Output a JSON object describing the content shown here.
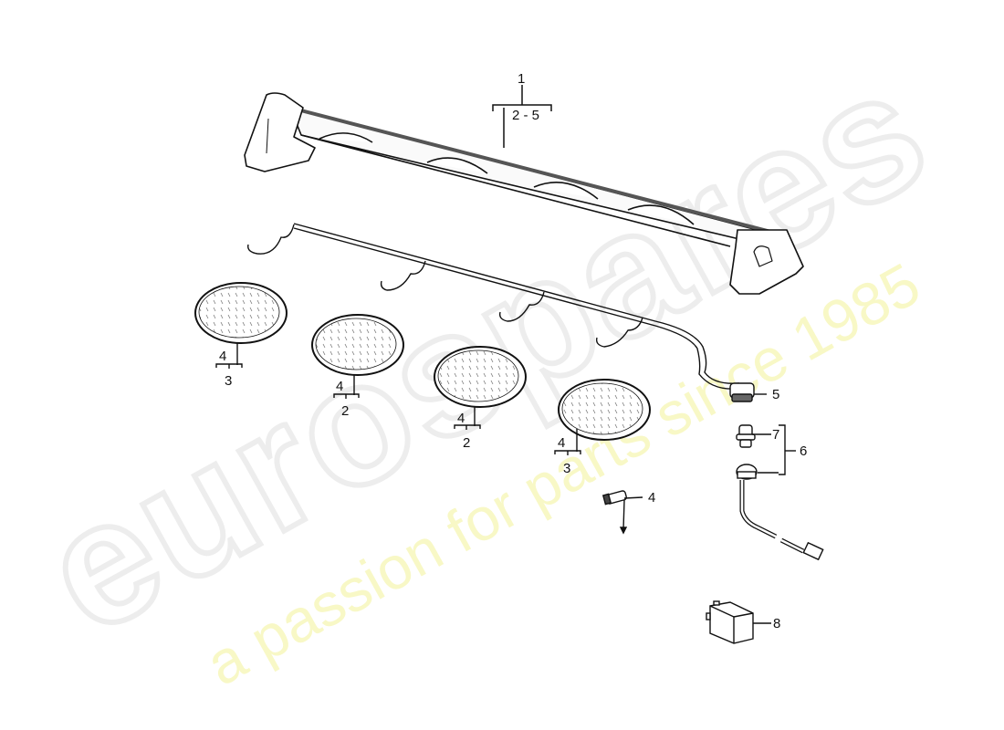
{
  "diagram": {
    "type": "exploded-parts-diagram",
    "subject": "Roof light bar with auxiliary lamps and wiring",
    "watermark": {
      "brand": "eurospares",
      "tagline": "a passion for parts since 1985",
      "brand_color": "#ececec",
      "tagline_color": "#f8f8c6"
    },
    "callouts": {
      "c1_top": "1",
      "c1_range": "2 - 5",
      "lamp1_top": "4",
      "lamp1_bottom": "3",
      "lamp2_top": "4",
      "lamp2_bottom": "2",
      "lamp3_top": "4",
      "lamp3_bottom": "2",
      "lamp4_top": "4",
      "lamp4_bottom": "3",
      "connector": "5",
      "bulb_socket": "7",
      "harness_group": "6",
      "bulb": "4",
      "relay": "8"
    },
    "parts": [
      {
        "ref": "1",
        "name": "light bar assembly"
      },
      {
        "ref": "2",
        "name": "auxiliary lamp (inner)"
      },
      {
        "ref": "3",
        "name": "auxiliary lamp (outer)"
      },
      {
        "ref": "4",
        "name": "bulb"
      },
      {
        "ref": "5",
        "name": "wiring harness connector"
      },
      {
        "ref": "6",
        "name": "adapter harness"
      },
      {
        "ref": "7",
        "name": "plug"
      },
      {
        "ref": "8",
        "name": "relay"
      }
    ]
  }
}
